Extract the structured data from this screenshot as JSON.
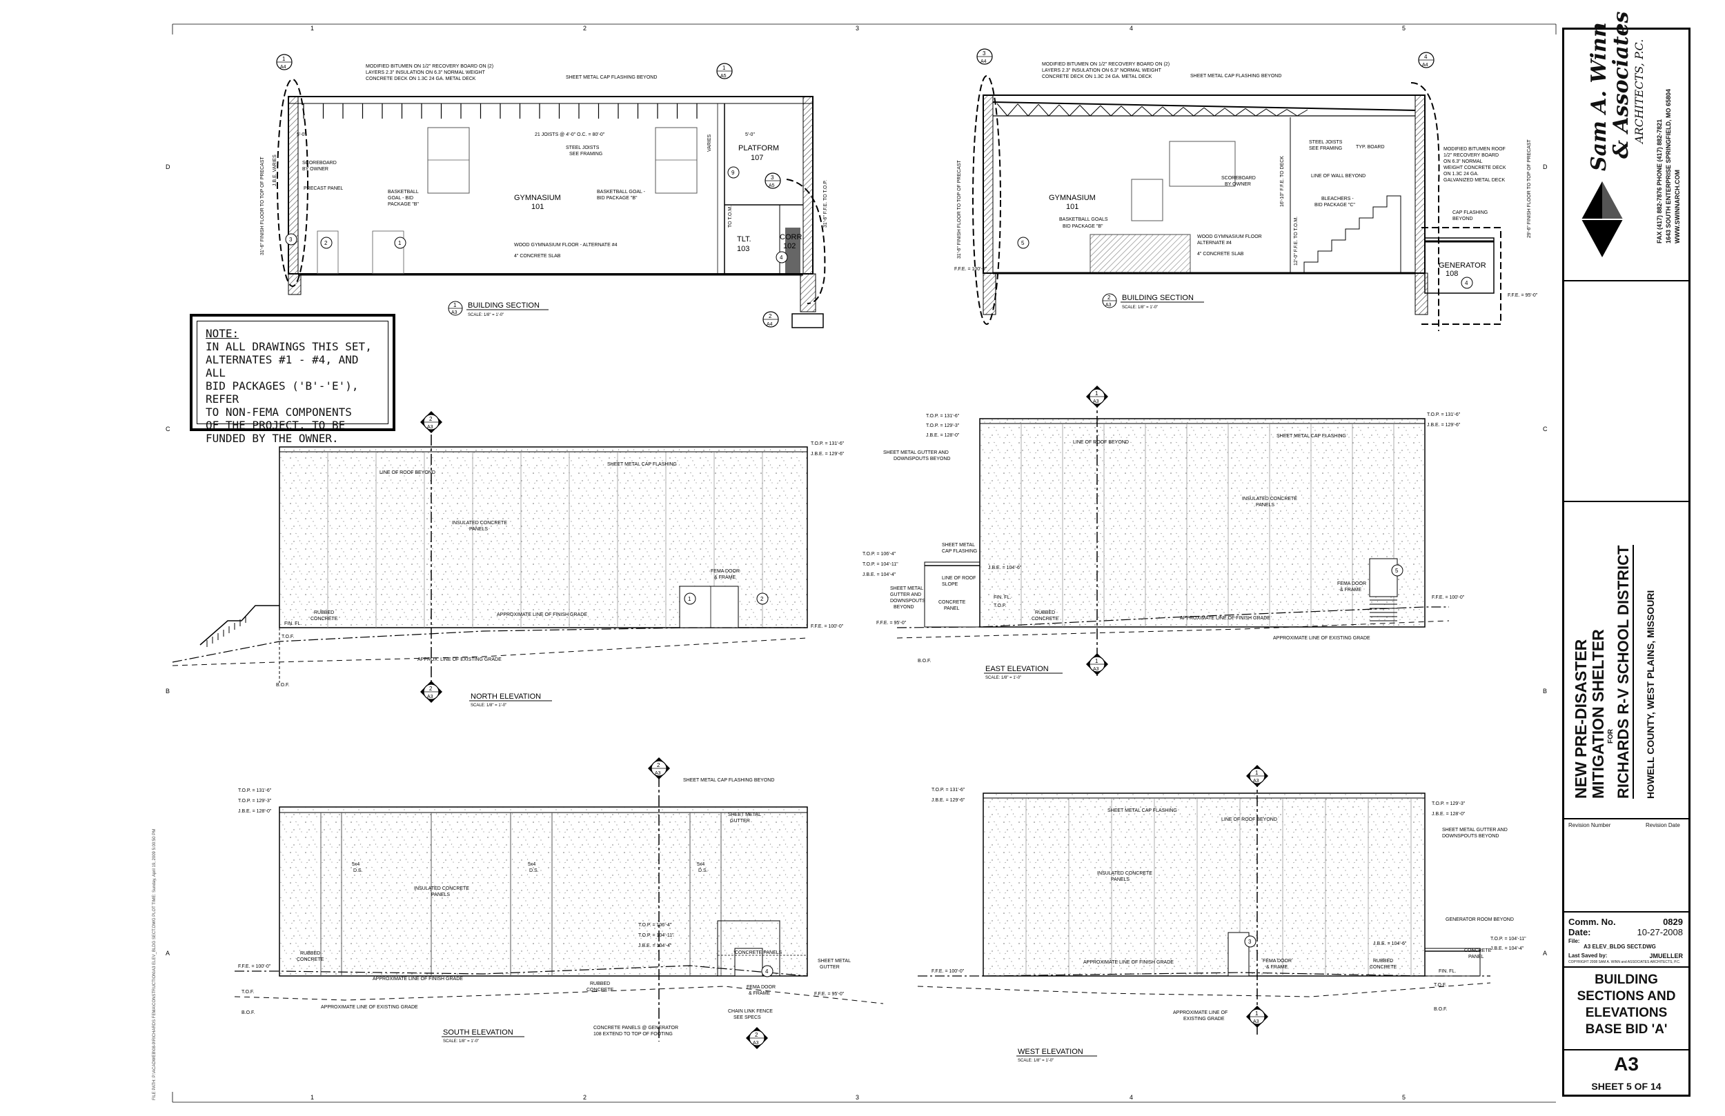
{
  "firm": {
    "name_line1": "Sam A. Winn",
    "name_line2": "& Associates",
    "name_line3": "ARCHITECTS, P.C.",
    "contact1": "FAX (417) 882-7876  PHONE (417) 882-7821",
    "contact2": "1643 SOUTH ENTERPRISE  SPRINGFIELD, MO 65804",
    "contact3": "WWW.SWINNARCH.COM"
  },
  "project": {
    "line1": "NEW PRE-DISASTER",
    "line2": "MITIGATION SHELTER",
    "for": "FOR",
    "client": "RICHARDS R-V SCHOOL DISTRICT",
    "location": "HOWELL COUNTY, WEST PLAINS, MISSOURI"
  },
  "revision": {
    "number_label": "Revision Number",
    "date_label": "Revision Date"
  },
  "info": {
    "comm_label": "Comm. No.",
    "comm_value": "0829",
    "date_label": "Date:",
    "date_value": "10-27-2008",
    "file_label": "File:",
    "file_value": "A3 ELEV_BLDG SECT.DWG",
    "saved_label": "Last Saved by:",
    "saved_value": "JMUELLER",
    "copyright": "COPYRIGHT 2008   SAM A. WINN and ASSOCIATES ARCHITECTS, P.C."
  },
  "sheet": {
    "title1": "BUILDING",
    "title2": "SECTIONS AND",
    "title3": "ELEVATIONS",
    "title4": "BASE BID 'A'",
    "number": "A3",
    "count": "SHEET 5  OF 14"
  },
  "note": {
    "heading": "NOTE:",
    "lines": [
      "IN ALL DRAWINGS THIS SET,",
      "ALTERNATES #1 - #4, AND ALL",
      "BID PACKAGES ('B'-'E'), REFER",
      "TO NON-FEMA COMPONENTS",
      "OF THE PROJECT, TO BE",
      "FUNDED BY THE OWNER."
    ]
  },
  "grid_numbers": [
    "1",
    "2",
    "3",
    "4",
    "5"
  ],
  "grid_letters": [
    "D",
    "C",
    "B",
    "A"
  ],
  "file_path": "FILE PATH: P:\\ACADWEB\\08-9\\RICHARDS FEMA\\CONSTRUCTION\\A3 ELEV_BLDG SECT.DWG  PLOT TIME: Sunday, April 19, 2009 5:00:50 PM",
  "views": {
    "bs1": {
      "num": "1",
      "ref": "A3",
      "title": "BUILDING SECTION",
      "scale": "SCALE: 1/8\" = 1'-0\"",
      "roof": "MODIFIED BITUMEN ON 1/2\" RECOVERY BOARD ON (2)",
      "roof2": "LAYERS 2.3\" INSULATION ON 6.3\" NORMAL WEIGHT",
      "roof3": "CONCRETE DECK ON 1.3C 24 GA. METAL DECK",
      "flash": "SHEET METAL CAP FLASHING BEYOND",
      "joists": "21 JOISTS @ 4'-0\" O.C. = 80'-0\"",
      "dim1": "5'-0\"",
      "dim2": "5'-0\"",
      "steel": "STEEL JOISTS",
      "steel2": "SEE FRAMING",
      "platform": "PLATFORM",
      "platform_no": "107",
      "gym": "GYMNASIUM",
      "gym_no": "101",
      "scoreboard": "SCOREBOARD",
      "scoreboard2": "BY OWNER",
      "precast": "PRECAST PANEL",
      "goal1": "BASKETBALL",
      "goal1b": "GOAL - BID",
      "goal1c": "PACKAGE \"B\"",
      "goal2": "BASKETBALL GOAL -",
      "goal2b": "BID PACKAGE \"B\"",
      "floor": "WOOD GYMNASIUM FLOOR - ALTERNATE #4",
      "slab": "4\" CONCRETE SLAB",
      "tlt": "TLT.",
      "tlt_no": "103",
      "corr": "CORR.",
      "corr_no": "102",
      "height": "31'-6\" FINISH FLOOR TO TOP OF PRECAST",
      "jbe": "J.B.E. VARIES",
      "varies": "VARIES",
      "to_top": "31'-6\" F.F.E. TO T.O.P.",
      "tom": "TO T.O.M.",
      "tags": [
        {
          "n": "1",
          "r": "A4"
        },
        {
          "n": "1",
          "r": "A5"
        },
        {
          "n": "3",
          "r": "A5"
        },
        {
          "n": "2",
          "r": "A4"
        }
      ],
      "keys": [
        "3",
        "2",
        "1",
        "9",
        "4"
      ]
    },
    "bs2": {
      "num": "2",
      "ref": "A3",
      "title": "BUILDING SECTION",
      "scale": "SCALE: 1/8\" = 1'-0\"",
      "roof": "MODIFIED BITUMEN ON 1/2\" RECOVERY BOARD ON (2)",
      "roof2": "LAYERS 2.3\" INSULATION ON 6.3\" NORMAL WEIGHT",
      "roof3": "CONCRETE DECK ON 1.3C 24 GA. METAL DECK",
      "flash": "SHEET METAL CAP FLASHING BEYOND",
      "steel": "STEEL JOISTS",
      "steel2": "SEE FRAMING",
      "typ": "TYP. BOARD",
      "scoreboard": "SCOREBOARD",
      "scoreboard2": "BY OWNER",
      "wall": "LINE OF WALL BEYOND",
      "bleach": "BLEACHERS -",
      "bleach2": "BID PACKAGE \"C\"",
      "gym": "GYMNASIUM",
      "gym_no": "101",
      "goal": "BASKETBALL GOALS",
      "goal2": "BID PACKAGE \"B\"",
      "floor": "WOOD GYMNASIUM FLOOR",
      "floor2": "ALTERNATE #4",
      "slab": "4\" CONCRETE SLAB",
      "gen": "GENERATOR",
      "gen_no": "108",
      "rmod": "MODIFIED BITUMEN ROOF",
      "rmod2": "1/2\" RECOVERY BOARD",
      "rmod3": "ON 6.3\" NORMAL",
      "rmod4": "WEIGHT CONCRETE DECK",
      "rmod5": "ON 1.3C 24 GA.",
      "rmod6": "GALVANIZED METAL DECK",
      "cap": "CAP FLASHING",
      "cap2": "BEYOND",
      "height": "31'-6\" FINISH FLOOR TO TOP OF PRECAST",
      "height2": "29'-6\" FINISH FLOOR TO TOP OF PRECAST",
      "deck": "16'-10\" F.F.E. TO DECK",
      "deck2": "12'-0\" F.F.E. TO T.O.M.",
      "ffe": "F.F.E. = 100'-0\"",
      "ffe2": "F.F.E. = 95'-0\"",
      "tags": [
        {
          "n": "3",
          "r": "A4"
        },
        {
          "n": "4",
          "r": "A4"
        }
      ],
      "keys": [
        "5",
        "4"
      ]
    },
    "ne": {
      "title": "NORTH ELEVATION",
      "scale": "SCALE: 1/8\" = 1'-0\"",
      "top": "T.O.P. = 131'-6\"",
      "jbe": "J.B.E. = 129'-6\"",
      "flash": "SHEET METAL CAP FLASHING",
      "roof": "LINE OF ROOF BEYOND",
      "panels": "INSULATED CONCRETE",
      "panels2": "PANELS",
      "door": "FEMA DOOR",
      "door2": "& FRAME",
      "rubbed": "RUBBED",
      "rubbed2": "CONCRETE",
      "finish": "APPROXIMATE LINE OF FINISH GRADE",
      "exist": "APPROX. LINE OF EXISTING GRADE",
      "ffe": "F.F.E. = 100'-0\"",
      "finfl": "FIN. FL.",
      "tof": "T.O.F.",
      "bof": "B.O.F.",
      "tag_top": {
        "n": "2",
        "r": "A3"
      },
      "tag_bot": {
        "n": "2",
        "r": "A3"
      },
      "keys": [
        "1",
        "2"
      ]
    },
    "ee": {
      "title": "EAST ELEVATION",
      "scale": "SCALE: 1/8\" = 1'-0\"",
      "top": "T.O.P. = 131'-6\"",
      "top2": "T.O.P. = 129'-3\"",
      "jbe": "J.B.E. = 128'-0\"",
      "top_r": "T.O.P. = 131'-6\"",
      "jbe_r": "J.B.E. = 129'-6\"",
      "gutter": "SHEET METAL GUTTER AND",
      "gutter2": "DOWNSPOUTS BEYOND",
      "roof": "LINE OF ROOF BEYOND",
      "flash": "SHEET METAL CAP FLASHING",
      "panels": "INSULATED CONCRETE",
      "panels2": "PANELS",
      "low_top": "T.O.P. = 106'-4\"",
      "low_top2": "T.O.P. = 104'-11\"",
      "low_jbe": "J.B.E. = 104'-4\"",
      "cap": "SHEET METAL",
      "cap2": "CAP FLASHING",
      "slope": "LINE OF ROOF",
      "slope2": "SLOPE",
      "gut2": "SHEET METAL",
      "gut2b": "GUTTER AND",
      "gut2c": "DOWNSPOUTS",
      "gut2d": "BEYOND",
      "cpanel": "CONCRETE",
      "cpanel2": "PANEL",
      "ffe": "F.F.E. = 95'-0\"",
      "jbe_mid": "J.B.E. = 104'-6\"",
      "finish": "APPROXIMATE LINE OF FINISH GRADE",
      "exist": "APPROXIMATE LINE OF EXISTING GRADE",
      "rubbed": "RUBBED",
      "rubbed2": "CONCRETE",
      "door": "FEMA DOOR",
      "door2": "& FRAME",
      "ffe_r": "F.F.E. = 100'-0\"",
      "finfl": "FIN. FL.",
      "tof": "T.O.F.",
      "bof": "B.O.F.",
      "tag_top": {
        "n": "1",
        "r": "A3"
      },
      "tag_bot": {
        "n": "1",
        "r": "A3"
      },
      "keys": [
        "5"
      ]
    },
    "se": {
      "title": "SOUTH ELEVATION",
      "scale": "SCALE: 1/8\" = 1'-0\"",
      "top": "T.O.P. = 131'-6\"",
      "top2": "T.O.P. = 129'-3\"",
      "jbe": "J.B.E. = 128'-0\"",
      "flash": "SHEET METAL CAP FLASHING BEYOND",
      "gutter": "SHEET METAL",
      "gutter2": "GUTTER",
      "ds": "5x4",
      "ds2": "D.S.",
      "panels": "INSULATED CONCRETE",
      "panels2": "PANELS",
      "low_top": "T.O.P. = 106'-4\"",
      "low_top2": "T.O.P. = 104'-11\"",
      "low_jbe": "J.B.E. = 104'-4\"",
      "cpanels": "CONCRETE PANELS",
      "door": "FEMA DOOR",
      "door2": "& FRAME",
      "sm": "SHEET METAL",
      "sm2": "GUTTER",
      "rubbed": "RUBBED",
      "rubbed2": "CONCRETE",
      "finish": "APPROXIMATE LINE OF FINISH GRADE",
      "exist": "APPROXIMATE LINE OF EXISTING GRADE",
      "fence": "CHAIN LINK FENCE",
      "fence2": "SEE SPECS",
      "gen": "CONCRETE PANELS @ GENERATOR",
      "gen2": "108 EXTEND TO TOP OF FOOTING",
      "ffe": "F.F.E. = 100'-0\"",
      "ffe2": "F.F.E. = 95'-0\"",
      "tof": "T.O.F.",
      "bof": "B.O.F.",
      "tag_top": {
        "n": "2",
        "r": "A3"
      },
      "tag_bot": {
        "n": "2",
        "r": "A3"
      },
      "keys": [
        "4"
      ]
    },
    "we": {
      "title": "WEST ELEVATION",
      "scale": "SCALE: 1/8\" = 1'-0\"",
      "top": "T.O.P. = 131'-6\"",
      "jbe": "J.B.E. = 129'-6\"",
      "top_r": "T.O.P. = 129'-3\"",
      "jbe_r": "J.B.E. = 128'-0\"",
      "flash": "SHEET METAL CAP FLASHING",
      "roof": "LINE OF ROOF BEYOND",
      "gutter": "SHEET METAL GUTTER AND",
      "gutter2": "DOWNSPOUTS BEYOND",
      "panels": "INSULATED CONCRETE",
      "panels2": "PANELS",
      "gen": "GENERATOR ROOM BEYOND",
      "jbe2": "J.B.E. = 104'-6\"",
      "top3": "T.O.P. = 104'-11\"",
      "jbe3": "J.B.E. = 104'-4\"",
      "cpanel": "CONCRETE",
      "cpanel2": "PANEL",
      "door": "FEMA DOOR",
      "door2": "& FRAME",
      "rubbed": "RUBBED",
      "rubbed2": "CONCRETE",
      "finish": "APPROXIMATE LINE OF FINISH GRADE",
      "exist": "APPROXIMATE LINE OF",
      "exist2": "EXISTING GRADE",
      "ffe": "F.F.E. = 100'-0\"",
      "finfl": "FIN. FL.",
      "tof": "T.O.F.",
      "bof": "B.O.F.",
      "tag_top": {
        "n": "1",
        "r": "A3"
      },
      "tag_bot": {
        "n": "1",
        "r": "A3"
      },
      "keys": [
        "3"
      ]
    }
  }
}
